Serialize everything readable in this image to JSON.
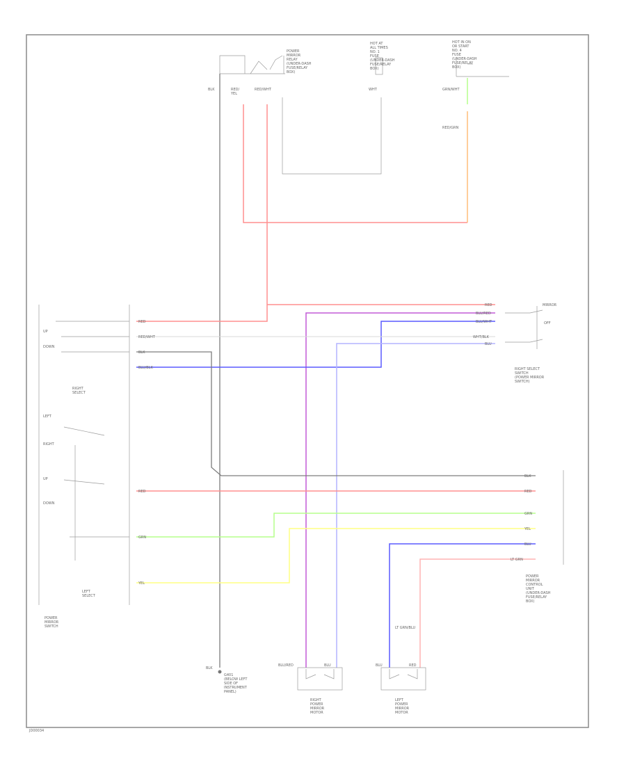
{
  "colors": {
    "frame": "#8a8a8a",
    "red": "#ff8f8f",
    "pink": "#ffb4b4",
    "orange": "#ffbe78",
    "green": "#b6ff8c",
    "yellow": "#ffff84",
    "blue": "#5a5aff",
    "lightblue": "#b4b4ff",
    "purple": "#c25ad6",
    "gray": "#777777",
    "white": "#d8d8d8",
    "text": "#666666"
  },
  "labels": {
    "top_left_component": "POWER\nMIRROR\nRELAY\n(UNDER-DASH\nFUSE/RELAY\nBOX)",
    "top_mid_component": "HOT AT\nALL TIMES\nNO. 1\nFUSE\n(UNDER-DASH\nFUSE/RELAY\nBOX)",
    "top_right_component": "HOT IN ON\nOR START\nNO. 4\nFUSE\n(UNDER-DASH\nFUSE/RELAY\nBOX)",
    "wire_top_blk": "BLK",
    "wire_top_red_yel": "RED/\nYEL",
    "wire_top_red_wht": "RED/WHT",
    "wire_top_wht": "WHT",
    "wire_top_grn_wht": "GRN/WHT",
    "wire_top_orn": "RED/GRN",
    "right_selector_label": "RIGHT SELECT\nSWITCH\n(POWER MIRROR\nSWITCH)",
    "right_selector_mirror": "MIRROR",
    "right_selector_off": "OFF",
    "switch_left_title": "POWER\nMIRROR\nSWITCH",
    "switch_right": "RIGHT\nSELECT",
    "switch_left": "LEFT\nSELECT",
    "up": "UP",
    "down": "DOWN",
    "left": "LEFT",
    "right": "RIGHT",
    "wire_sw_red": "RED",
    "wire_sw_red_wht": "RED/WHT",
    "wire_sw_blk": "BLK",
    "wire_sw_blu_blk": "BLU/BLK",
    "wire_sw_red2": "RED",
    "wire_sw_grn": "GRN",
    "wire_sw_yel": "YEL",
    "wire_right_red": "RED",
    "wire_right_blu_red": "BLU/RED",
    "wire_right_blu_wht": "BLU/WHT",
    "wire_right_wht_blk": "WHT/BLK",
    "wire_right_blu": "BLU",
    "wire_bus_blk": "BLK",
    "wire_bus_red": "RED",
    "wire_bus_grn": "GRN",
    "wire_bus_yel": "YEL",
    "wire_bus_blu": "BLU",
    "wire_bus_lt_grn": "LT GRN",
    "right_component": "POWER\nMIRROR\nCONTROL\nUNIT\n(UNDER-DASH\nFUSE/RELAY\nBOX)",
    "ground": "G401\n(BELOW LEFT\nSIDE OF\nINSTRUMENT\nPANEL)",
    "ground_wire": "BLK",
    "right_motor_label": "RIGHT\nPOWER\nMIRROR\nMOTOR",
    "left_motor_label": "LEFT\nPOWER\nMIRROR\nMOTOR",
    "right_motor_pin_a": "BLU/RED",
    "right_motor_pin_b": "BLU",
    "left_motor_pin_a": "BLU",
    "left_motor_pin_b": "RED",
    "left_motor_wire": "LT GRN/BLU",
    "footer_code": "JD00034"
  }
}
